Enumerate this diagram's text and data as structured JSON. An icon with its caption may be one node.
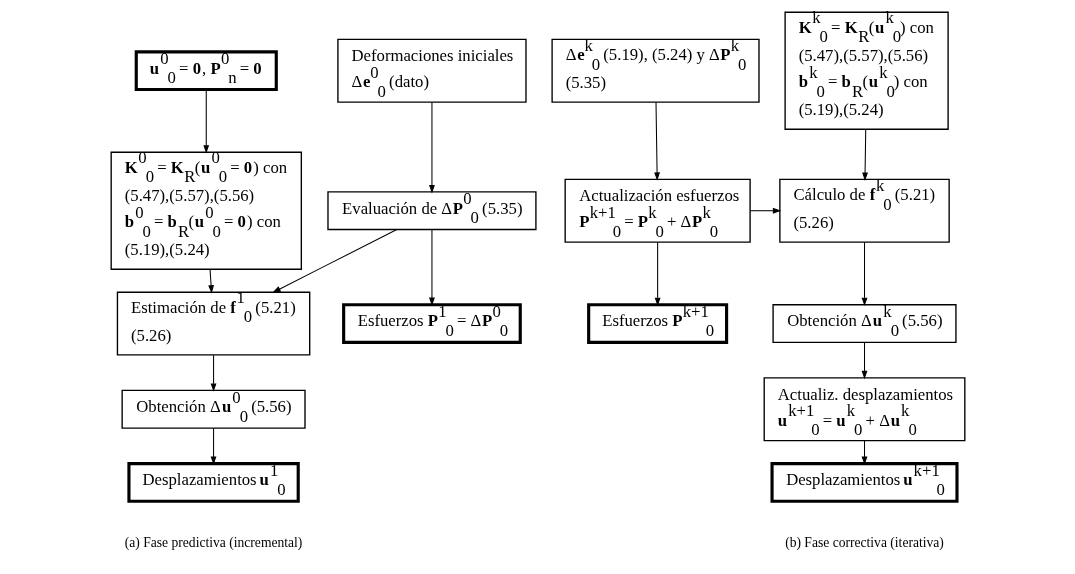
{
  "diagram": {
    "nodes": [
      {
        "text": [
          "**u**$^{0}$$_{0}$ = **0**, **P**$^{0}$$_{n}$ = **0**"
        ]
      },
      {
        "text": [
          "Deformaciones iniciales Δ**e**$^{0}$$_{0}$ (dato)"
        ]
      },
      {
        "text": [
          "**K**$^{0}$$_{0}$ = **K**$_{R}$(**u**$^{0}$$_{0}$ = **0**) con (5.47),(5.57),(5.56)",
          "**b**$^{0}$$_{0}$ = **b**$_{R}$(**u**$^{0}$$_{0}$ = **0**) con (5.19),(5.24)"
        ]
      },
      {
        "text": [
          "Evaluación de Δ**P**$^{0}$$_{0}$ (5.35)"
        ]
      },
      {
        "text": [
          "Esfuerzos **P**$^{1}$$_{0}$ = Δ**P**$^{0}$$_{0}$"
        ]
      },
      {
        "text": [
          "Estimación de **f**$^{1}$$_{0}$ (5.21) (5.26)"
        ]
      },
      {
        "text": [
          "Obtención Δ**u**$^{0}$$_{0}$ (5.56)"
        ]
      },
      {
        "text": [
          "Desplazamientos **u**$^{1}$$_{0}$"
        ]
      },
      {
        "text": [
          "Δ**e**$^{k}$$_{0}$ (5.19), (5.24) y Δ**P**$^{k}$$_{0}$ (5.35)"
        ]
      },
      {
        "text": [
          "**K**$^{k}$$_{0}$ = **K**$_{R}$(**u**$^{k}$$_{0}$) con (5.47),(5.57),(5.56)",
          "**b**$^{k}$$_{0}$ = **b**$_{R}$(**u**$^{k}$$_{0}$) con (5.19),(5.24)"
        ]
      },
      {
        "text": [
          "Actualización esfuerzos",
          "**P**$^{k+1}$$_{0}$ = **P**$^{k}$$_{0}$ + Δ**P**$^{k}$$_{0}$"
        ]
      },
      {
        "text": [
          "Cálculo de **f**$^{k}$$_{0}$ (5.21) (5.26)"
        ]
      },
      {
        "text": [
          "Esfuerzos **P**$^{k+1}$$_{0}$"
        ]
      },
      {
        "text": [
          "Obtención Δ**u**$^{k}$$_{0}$ (5.56)"
        ]
      },
      {
        "text": [
          "Actualiz. desplazamientos",
          "**u**$^{k+1}$$_{0}$ = **u**$^{k}$$_{0}$ + Δ**u**$^{k}$$_{0}$"
        ]
      },
      {
        "text": [
          "Desplazamientos **u**$^{k+1}$$_{0}$"
        ]
      }
    ],
    "edges": [
      {
        "from": 0,
        "to": 2,
        "arrow": "to"
      },
      {
        "from": 1,
        "to": 3,
        "arrow": "to"
      },
      {
        "from": 2,
        "to": 5,
        "arrow": "to"
      },
      {
        "from": 3,
        "to": 5,
        "arrow": "to"
      },
      {
        "from": 3,
        "to": 4,
        "arrow": "to"
      },
      {
        "from": 5,
        "to": 6,
        "arrow": "to"
      },
      {
        "from": 6,
        "to": 7,
        "arrow": "to"
      },
      {
        "from": 8,
        "to": 10,
        "arrow": "to"
      },
      {
        "from": 9,
        "to": 11,
        "arrow": "to"
      },
      {
        "from": 10,
        "to": 11,
        "arrow": "to"
      },
      {
        "from": 10,
        "to": 12,
        "arrow": "to"
      },
      {
        "from": 11,
        "to": 13,
        "arrow": "to"
      },
      {
        "from": 13,
        "to": 14,
        "arrow": "to"
      },
      {
        "from": 14,
        "to": 15,
        "arrow": "to"
      }
    ],
    "labels": [
      "(a) Fase predictiva (incremental)",
      "(b) Fase correctiva (iterativa)"
    ]
  }
}
